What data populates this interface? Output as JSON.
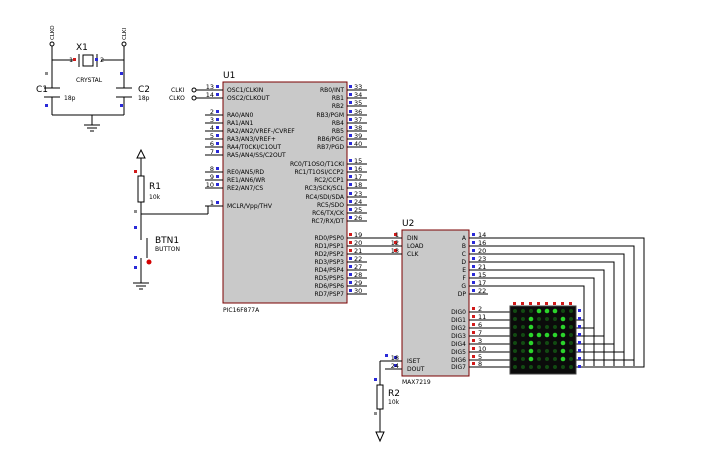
{
  "colors": {
    "background": "#ffffff",
    "ic_body": "#c9c9c9",
    "ic_border": "#7a0000",
    "wire": "#000000",
    "pin_red": "#d11a1a",
    "pin_blue": "#2a2ad8",
    "pin_gray": "#8a8a8a",
    "led_bg": "#0b0b0b",
    "led_on": "#2bd42b",
    "led_off": "#124a12",
    "btn_red": "#d40000"
  },
  "crystal": {
    "ref": "X1",
    "value": "CRYSTAL",
    "pin1": "1",
    "pin2": "2",
    "left_label": "CLKO",
    "right_label": "CLKI"
  },
  "c1": {
    "ref": "C1",
    "value": "18p"
  },
  "c2": {
    "ref": "C2",
    "value": "18p"
  },
  "r1": {
    "ref": "R1",
    "value": "10k"
  },
  "btn1": {
    "ref": "BTN1",
    "value": "BUTTON"
  },
  "r2": {
    "ref": "R2",
    "value": "10k"
  },
  "terminals": {
    "clki": "CLKI",
    "clko": "CLKO"
  },
  "u1": {
    "ref": "U1",
    "part": "PIC16F877A",
    "left_pins": [
      {
        "num": "13",
        "name": "OSC1/CLKIN"
      },
      {
        "num": "14",
        "name": "OSC2/CLKOUT"
      },
      {
        "num": "2",
        "name": "RA0/AN0"
      },
      {
        "num": "3",
        "name": "RA1/AN1"
      },
      {
        "num": "4",
        "name": "RA2/AN2/VREF-/CVREF"
      },
      {
        "num": "5",
        "name": "RA3/AN3/VREF+"
      },
      {
        "num": "6",
        "name": "RA4/T0CKI/C1OUT"
      },
      {
        "num": "7",
        "name": "RA5/AN4/SS/C2OUT"
      },
      {
        "num": "8",
        "name": "RE0/AN5/RD"
      },
      {
        "num": "9",
        "name": "RE1/AN6/WR"
      },
      {
        "num": "10",
        "name": "RE2/AN7/CS"
      },
      {
        "num": "1",
        "name": "MCLR/Vpp/THV"
      }
    ],
    "right_pins": [
      {
        "num": "33",
        "name": "RB0/INT"
      },
      {
        "num": "34",
        "name": "RB1"
      },
      {
        "num": "35",
        "name": "RB2"
      },
      {
        "num": "36",
        "name": "RB3/PGM"
      },
      {
        "num": "37",
        "name": "RB4"
      },
      {
        "num": "38",
        "name": "RB5"
      },
      {
        "num": "39",
        "name": "RB6/PGC"
      },
      {
        "num": "40",
        "name": "RB7/PGD"
      },
      {
        "num": "15",
        "name": "RC0/T1OSO/T1CKI"
      },
      {
        "num": "16",
        "name": "RC1/T1OSI/CCP2"
      },
      {
        "num": "17",
        "name": "RC2/CCP1"
      },
      {
        "num": "18",
        "name": "RC3/SCK/SCL"
      },
      {
        "num": "23",
        "name": "RC4/SDI/SDA"
      },
      {
        "num": "24",
        "name": "RC5/SDO"
      },
      {
        "num": "25",
        "name": "RC6/TX/CK"
      },
      {
        "num": "26",
        "name": "RC7/RX/DT"
      },
      {
        "num": "19",
        "name": "RD0/PSP0"
      },
      {
        "num": "20",
        "name": "RD1/PSP1"
      },
      {
        "num": "21",
        "name": "RD2/PSP2"
      },
      {
        "num": "22",
        "name": "RD3/PSP3"
      },
      {
        "num": "27",
        "name": "RD4/PSP4"
      },
      {
        "num": "28",
        "name": "RD5/PSP5"
      },
      {
        "num": "29",
        "name": "RD6/PSP6"
      },
      {
        "num": "30",
        "name": "RD7/PSP7"
      }
    ]
  },
  "u2": {
    "ref": "U2",
    "part": "MAX7219",
    "left_pins": [
      {
        "num": "1",
        "name": "DIN"
      },
      {
        "num": "12",
        "name": "LOAD"
      },
      {
        "num": "13",
        "name": "CLK"
      },
      {
        "num": "18",
        "name": "ISET"
      },
      {
        "num": "24",
        "name": "DOUT"
      }
    ],
    "seg_pins": [
      {
        "num": "14",
        "name": "A"
      },
      {
        "num": "16",
        "name": "B"
      },
      {
        "num": "20",
        "name": "C"
      },
      {
        "num": "23",
        "name": "D"
      },
      {
        "num": "21",
        "name": "E"
      },
      {
        "num": "15",
        "name": "F"
      },
      {
        "num": "17",
        "name": "G"
      },
      {
        "num": "22",
        "name": "DP"
      }
    ],
    "dig_pins": [
      {
        "num": "2",
        "name": "DIG0"
      },
      {
        "num": "11",
        "name": "DIG1"
      },
      {
        "num": "6",
        "name": "DIG2"
      },
      {
        "num": "7",
        "name": "DIG3"
      },
      {
        "num": "3",
        "name": "DIG4"
      },
      {
        "num": "10",
        "name": "DIG5"
      },
      {
        "num": "5",
        "name": "DIG6"
      },
      {
        "num": "8",
        "name": "DIG7"
      }
    ]
  },
  "led_matrix": {
    "rows": 8,
    "cols": 8,
    "lit": [
      [
        0,
        0,
        0,
        1,
        1,
        1,
        0,
        0
      ],
      [
        0,
        0,
        1,
        0,
        0,
        0,
        1,
        0
      ],
      [
        0,
        0,
        1,
        0,
        0,
        0,
        1,
        0
      ],
      [
        0,
        0,
        1,
        1,
        1,
        1,
        1,
        0
      ],
      [
        0,
        0,
        1,
        0,
        0,
        0,
        1,
        0
      ],
      [
        0,
        0,
        1,
        0,
        0,
        0,
        1,
        0
      ],
      [
        0,
        0,
        1,
        0,
        0,
        0,
        1,
        0
      ],
      [
        0,
        0,
        0,
        0,
        0,
        0,
        0,
        0
      ]
    ]
  }
}
